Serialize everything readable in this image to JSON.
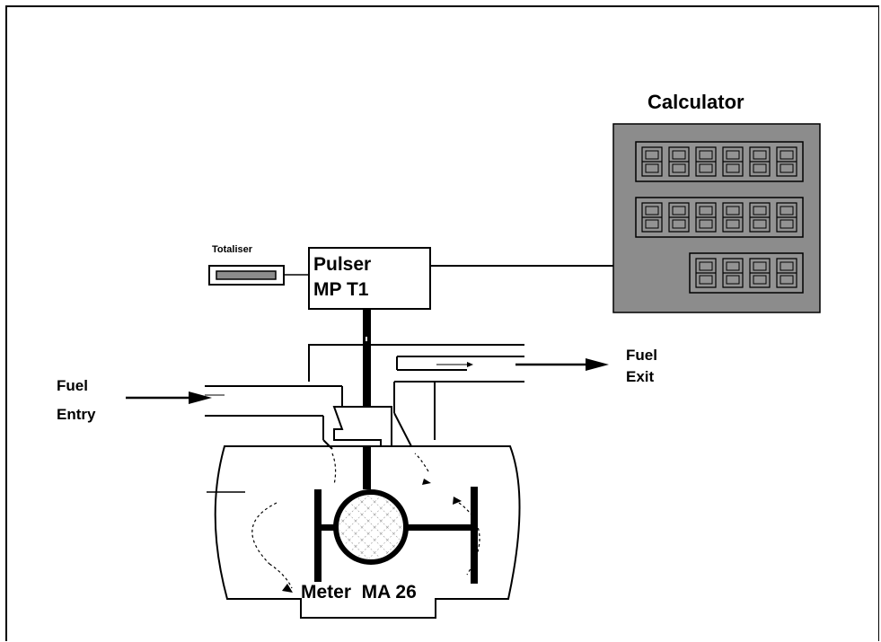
{
  "diagram": {
    "calculator": {
      "title": "Calculator",
      "displays": [
        {
          "digits": 6
        },
        {
          "digits": 6
        },
        {
          "digits": 4
        }
      ]
    },
    "totaliser": {
      "label": "Totaliser"
    },
    "pulser": {
      "line1": "Pulser",
      "line2": "MP T1"
    },
    "fuel_exit": {
      "line1": "Fuel",
      "line2": "Exit"
    },
    "fuel_entry": {
      "line1": "Fuel",
      "line2": "Entry"
    },
    "meter": {
      "label": "Meter  MA 26"
    }
  },
  "colors": {
    "calculator_body": "#8c8c8c",
    "display_window": "#939393",
    "totaliser_bar": "#8c8c8c",
    "line": "#000000"
  }
}
